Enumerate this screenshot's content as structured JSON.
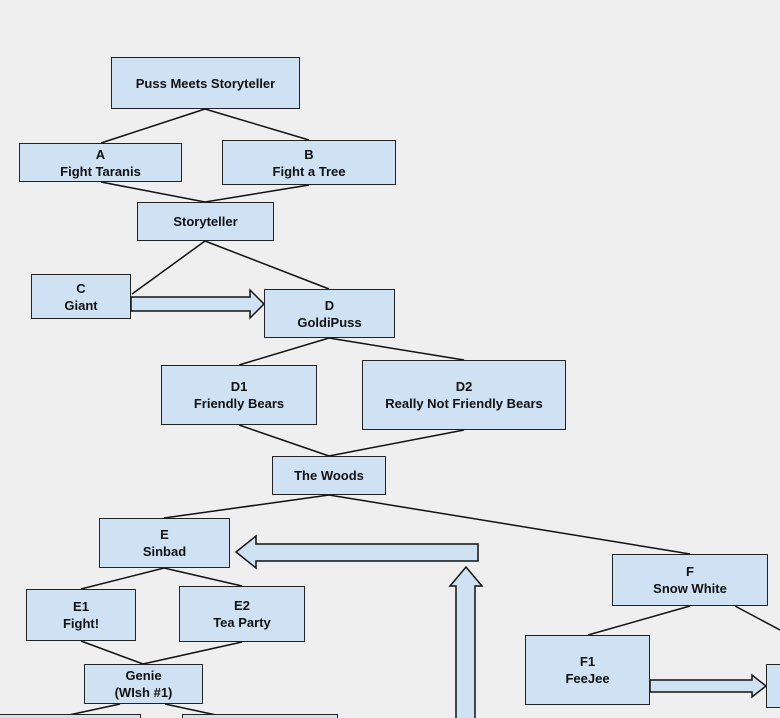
{
  "nodes": {
    "puss_meets_storyteller": {
      "line1": "Puss Meets Storyteller",
      "line2": ""
    },
    "a": {
      "line1": "A",
      "line2": "Fight Taranis"
    },
    "b": {
      "line1": "B",
      "line2": "Fight a Tree"
    },
    "storyteller": {
      "line1": "Storyteller",
      "line2": ""
    },
    "c": {
      "line1": "C",
      "line2": "Giant"
    },
    "d": {
      "line1": "D",
      "line2": "GoldiPuss"
    },
    "d1": {
      "line1": "D1",
      "line2": "Friendly Bears"
    },
    "d2": {
      "line1": "D2",
      "line2": "Really Not Friendly Bears"
    },
    "the_woods": {
      "line1": "The Woods",
      "line2": ""
    },
    "e": {
      "line1": "E",
      "line2": "Sinbad"
    },
    "e1": {
      "line1": "E1",
      "line2": "Fight!"
    },
    "e2": {
      "line1": "E2",
      "line2": "Tea Party"
    },
    "genie": {
      "line1": "Genie",
      "line2": "(WIsh #1)"
    },
    "f": {
      "line1": "F",
      "line2": "Snow White"
    },
    "f1": {
      "line1": "F1",
      "line2": "FeeJee"
    }
  },
  "colors": {
    "node_fill": "#cfe2f3",
    "node_border": "#222222",
    "line": "#111111",
    "background": "#efefef"
  }
}
